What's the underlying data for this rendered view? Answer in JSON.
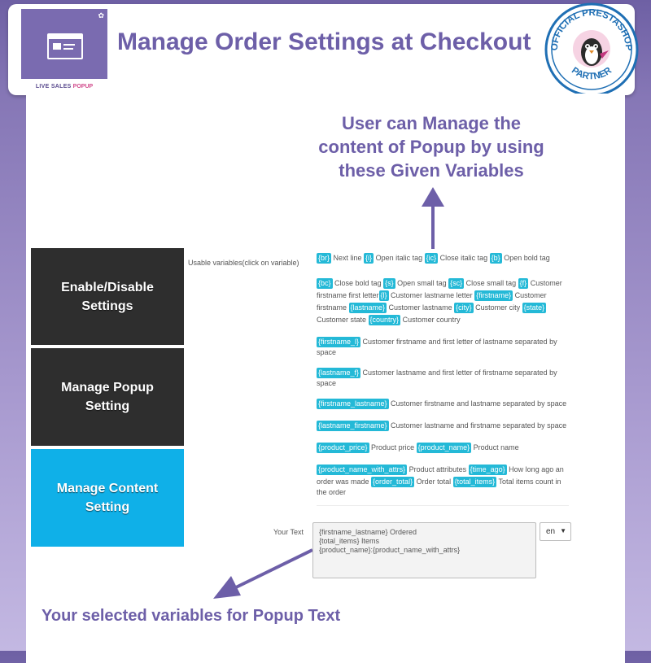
{
  "header": {
    "thumbnail_label": "LIVE SALES",
    "thumbnail_label_accent": "POPUP",
    "title": "Manage Order Settings at Checkout",
    "badge_text_top": "OFFICIAL PRESTASHOP",
    "badge_text_bottom": "PARTNER"
  },
  "callouts": {
    "top_line1": "User can Manage the",
    "top_line2": "content of Popup by using",
    "top_line3": "these Given Variables",
    "bottom": "Your selected variables for Popup Text"
  },
  "sidebar": {
    "items": [
      {
        "label_line1": "Enable/Disable",
        "label_line2": "Settings"
      },
      {
        "label_line1": "Manage Popup",
        "label_line2": "Setting"
      },
      {
        "label_line1": "Manage Content",
        "label_line2": "Setting"
      }
    ]
  },
  "variables": {
    "label": "Usable variables(click on variable)",
    "groups": [
      {
        "parts": [
          [
            "{br}",
            " Next line "
          ],
          [
            "{i}",
            " Open italic tag "
          ],
          [
            "{ic}",
            " Close italic tag "
          ],
          [
            "{b}",
            " Open bold tag"
          ]
        ]
      },
      {
        "parts": [
          [
            "{bc}",
            " Close bold tag "
          ],
          [
            "{s}",
            " Open small tag "
          ],
          [
            "{sc}",
            " Close small tag "
          ],
          [
            "{f}",
            " Customer firstname first letter"
          ],
          [
            "{l}",
            " Customer lastname letter "
          ],
          [
            "{firstname}",
            " Customer firstname "
          ],
          [
            "{lastname}",
            " Customer lastname "
          ],
          [
            "{city}",
            " Customer city "
          ],
          [
            "{state}",
            " Customer state "
          ],
          [
            "{country}",
            " Customer country"
          ]
        ]
      },
      {
        "parts": [
          [
            "{firstname_l}",
            " Customer firstname and first letter of lastname separated by space"
          ]
        ]
      },
      {
        "parts": [
          [
            "{lastname_f}",
            " Customer lastname and first letter of firstname separated by space"
          ]
        ]
      },
      {
        "parts": [
          [
            "{firstname_lastname}",
            " Customer firstname and lastname separated by space"
          ]
        ]
      },
      {
        "parts": [
          [
            "{lastname_firstname}",
            " Customer lastname and firstname separated by space"
          ]
        ]
      },
      {
        "parts": [
          [
            "{product_price}",
            " Product price "
          ],
          [
            "{product_name}",
            " Product name"
          ]
        ]
      },
      {
        "parts": [
          [
            "{product_name_with_attrs}",
            " Product attributes "
          ],
          [
            "{time_ago}",
            " How long ago an order was made "
          ],
          [
            "{order_total}",
            " Order total "
          ],
          [
            "{total_items}",
            " Total items count in the order"
          ]
        ]
      }
    ]
  },
  "your_text": {
    "label": "Your Text",
    "lines": [
      "{firstname_lastname} Ordered",
      "{total_items} Items",
      "{product_name}:{product_name_with_attrs}"
    ],
    "language": "en"
  },
  "colors": {
    "accent_purple": "#6d5fa8",
    "tag_blue": "#24b9d7",
    "active_blue": "#0fb0e8",
    "dark_button": "#2e2e2e"
  }
}
